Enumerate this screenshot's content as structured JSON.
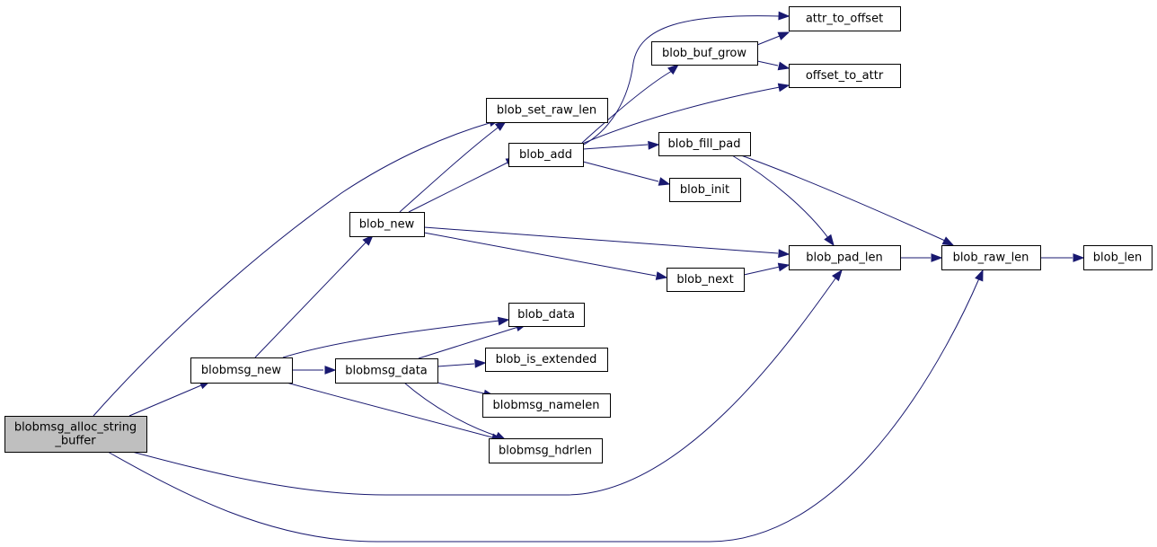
{
  "graph": {
    "nodes": [
      {
        "id": "blobmsg_alloc_string_buffer",
        "lines": [
          "blobmsg_alloc_string",
          "_buffer"
        ],
        "highlighted": true
      },
      {
        "id": "blobmsg_new",
        "lines": [
          "blobmsg_new"
        ]
      },
      {
        "id": "blob_new",
        "lines": [
          "blob_new"
        ]
      },
      {
        "id": "blobmsg_data",
        "lines": [
          "blobmsg_data"
        ]
      },
      {
        "id": "blob_set_raw_len",
        "lines": [
          "blob_set_raw_len"
        ]
      },
      {
        "id": "blob_add",
        "lines": [
          "blob_add"
        ]
      },
      {
        "id": "blob_data",
        "lines": [
          "blob_data"
        ]
      },
      {
        "id": "blob_is_extended",
        "lines": [
          "blob_is_extended"
        ]
      },
      {
        "id": "blobmsg_namelen",
        "lines": [
          "blobmsg_namelen"
        ]
      },
      {
        "id": "blobmsg_hdrlen",
        "lines": [
          "blobmsg_hdrlen"
        ]
      },
      {
        "id": "blob_buf_grow",
        "lines": [
          "blob_buf_grow"
        ]
      },
      {
        "id": "blob_fill_pad",
        "lines": [
          "blob_fill_pad"
        ]
      },
      {
        "id": "blob_init",
        "lines": [
          "blob_init"
        ]
      },
      {
        "id": "blob_next",
        "lines": [
          "blob_next"
        ]
      },
      {
        "id": "attr_to_offset",
        "lines": [
          "attr_to_offset"
        ]
      },
      {
        "id": "offset_to_attr",
        "lines": [
          "offset_to_attr"
        ]
      },
      {
        "id": "blob_pad_len",
        "lines": [
          "blob_pad_len"
        ]
      },
      {
        "id": "blob_raw_len",
        "lines": [
          "blob_raw_len"
        ]
      },
      {
        "id": "blob_len",
        "lines": [
          "blob_len"
        ]
      }
    ],
    "edges": [
      {
        "from": "blobmsg_alloc_string_buffer",
        "to": "blobmsg_new"
      },
      {
        "from": "blobmsg_alloc_string_buffer",
        "to": "blob_set_raw_len"
      },
      {
        "from": "blobmsg_alloc_string_buffer",
        "to": "blob_pad_len"
      },
      {
        "from": "blobmsg_alloc_string_buffer",
        "to": "blob_raw_len"
      },
      {
        "from": "blobmsg_new",
        "to": "blob_new"
      },
      {
        "from": "blobmsg_new",
        "to": "blobmsg_data"
      },
      {
        "from": "blobmsg_new",
        "to": "blob_data"
      },
      {
        "from": "blobmsg_new",
        "to": "blobmsg_hdrlen"
      },
      {
        "from": "blob_new",
        "to": "blob_set_raw_len"
      },
      {
        "from": "blob_new",
        "to": "blob_add"
      },
      {
        "from": "blob_new",
        "to": "blob_pad_len"
      },
      {
        "from": "blob_new",
        "to": "blob_next"
      },
      {
        "from": "blobmsg_data",
        "to": "blob_data"
      },
      {
        "from": "blobmsg_data",
        "to": "blob_is_extended"
      },
      {
        "from": "blobmsg_data",
        "to": "blobmsg_namelen"
      },
      {
        "from": "blobmsg_data",
        "to": "blobmsg_hdrlen"
      },
      {
        "from": "blob_add",
        "to": "blob_buf_grow"
      },
      {
        "from": "blob_add",
        "to": "attr_to_offset"
      },
      {
        "from": "blob_add",
        "to": "offset_to_attr"
      },
      {
        "from": "blob_add",
        "to": "blob_fill_pad"
      },
      {
        "from": "blob_add",
        "to": "blob_init"
      },
      {
        "from": "blob_buf_grow",
        "to": "attr_to_offset"
      },
      {
        "from": "blob_buf_grow",
        "to": "offset_to_attr"
      },
      {
        "from": "blob_fill_pad",
        "to": "blob_pad_len"
      },
      {
        "from": "blob_fill_pad",
        "to": "blob_raw_len"
      },
      {
        "from": "blob_next",
        "to": "blob_pad_len"
      },
      {
        "from": "blob_pad_len",
        "to": "blob_raw_len"
      },
      {
        "from": "blob_raw_len",
        "to": "blob_len"
      }
    ],
    "colors": {
      "edge": "#191970",
      "node_fill": "#ffffff",
      "node_highlight_fill": "#bfbfbf",
      "node_border": "#000000"
    }
  }
}
